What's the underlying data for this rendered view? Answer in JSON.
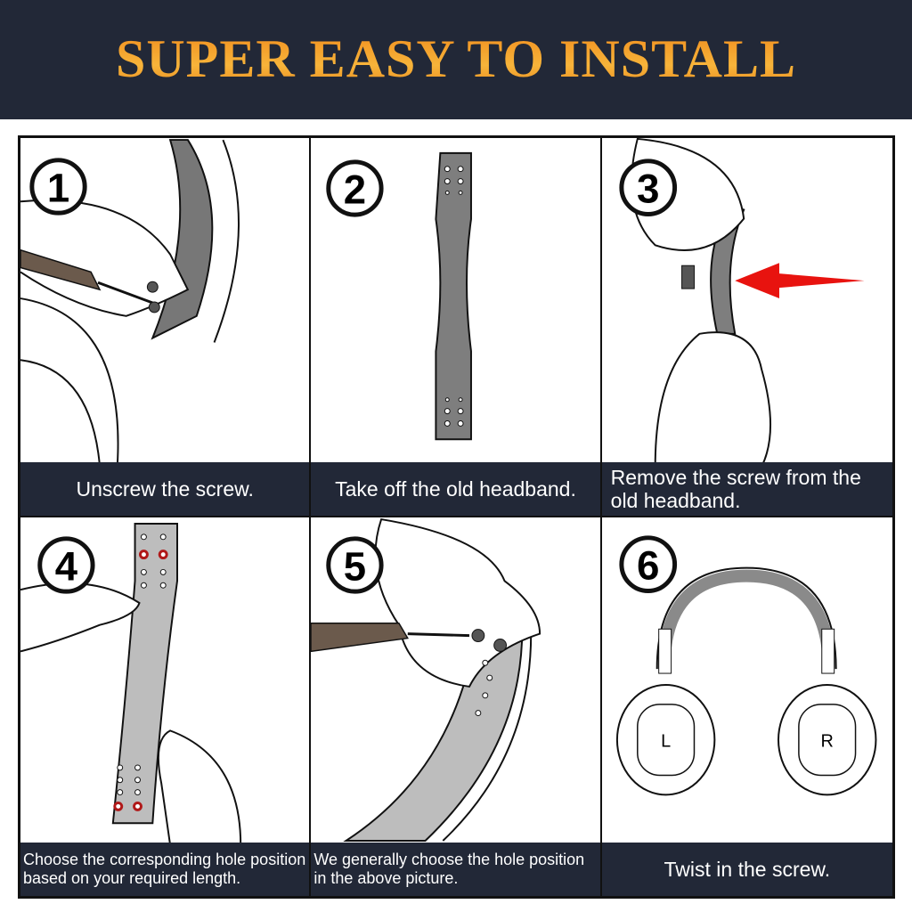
{
  "header": {
    "title": "SUPER EASY TO INSTALL"
  },
  "steps": [
    {
      "number": "1",
      "caption": "Unscrew the screw."
    },
    {
      "number": "2",
      "caption": "Take off the old headband."
    },
    {
      "number": "3",
      "caption": "Remove the screw from the old headband."
    },
    {
      "number": "4",
      "caption": "Choose the corresponding hole position based on your required length."
    },
    {
      "number": "5",
      "caption": "We generally choose the hole position in the above picture."
    },
    {
      "number": "6",
      "caption": "Twist in the screw."
    }
  ],
  "earcups": {
    "left": "L",
    "right": "R"
  },
  "colors": {
    "header_bg": "#222837",
    "title": "#f39a25",
    "arrow": "#e8130f",
    "band": "#8a8a8a"
  }
}
